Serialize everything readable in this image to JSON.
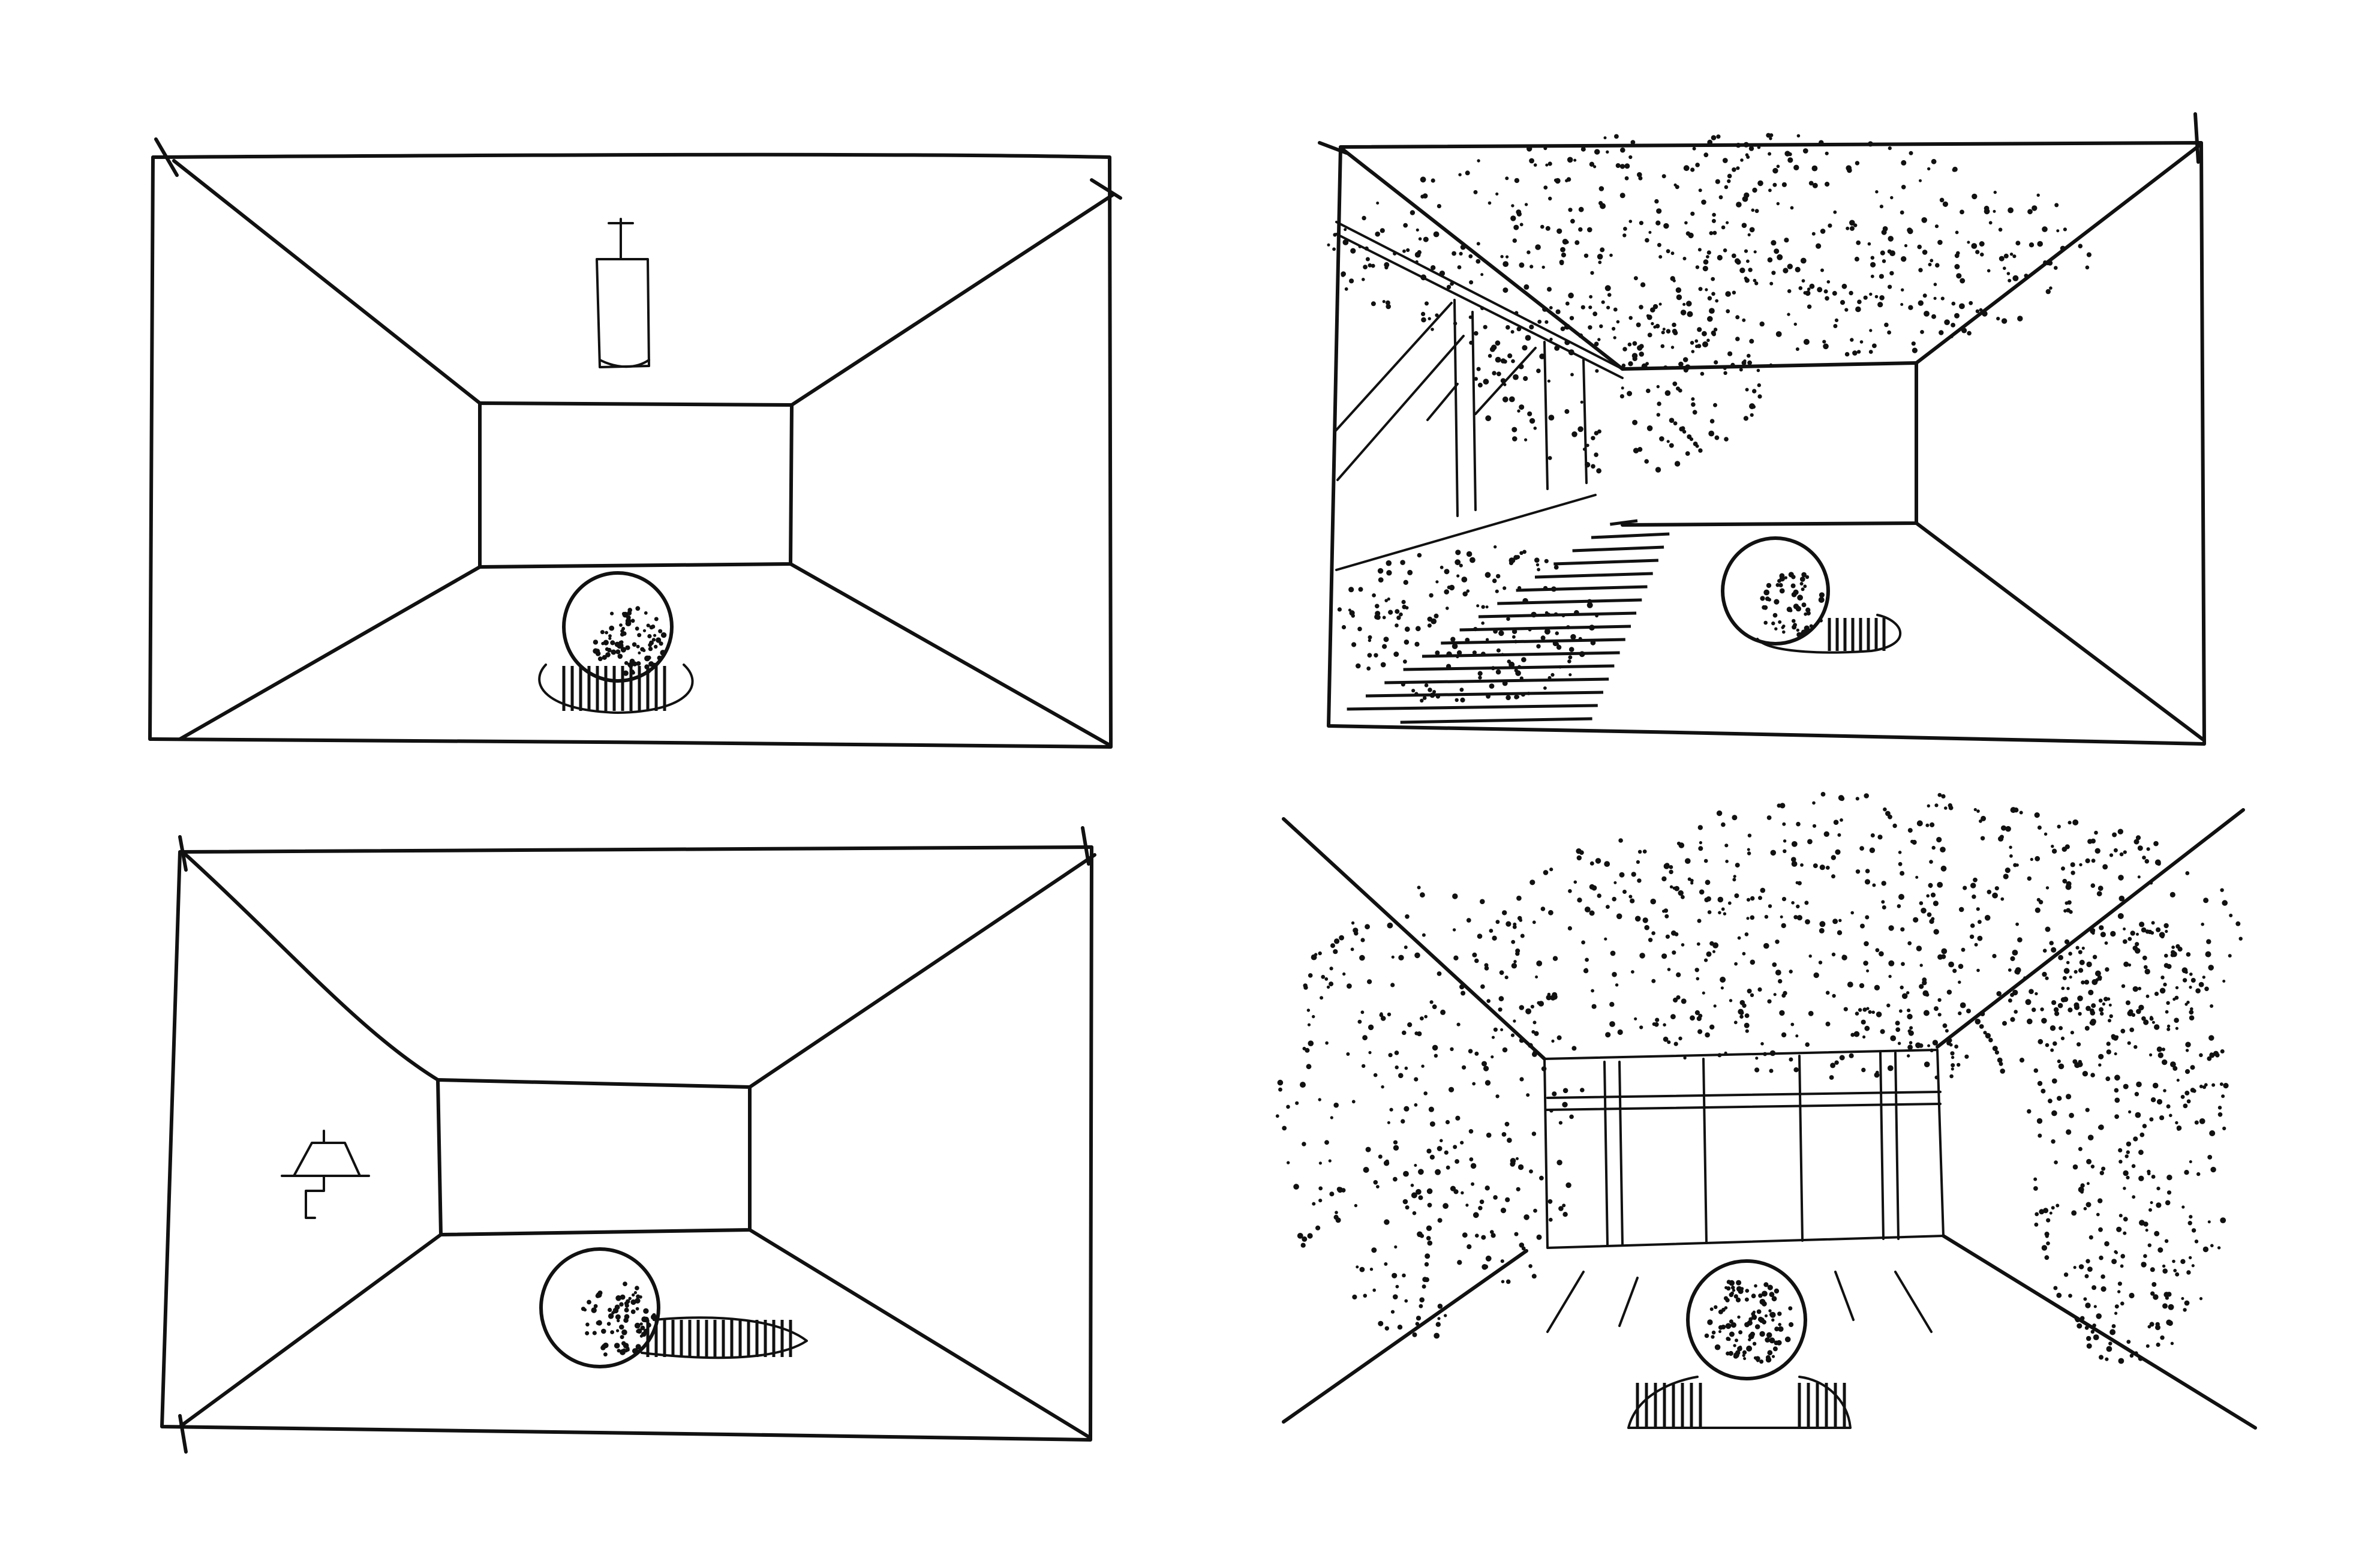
{
  "panels": [
    {
      "id": "pendant-light",
      "light_source": "pendant-lamp-icon"
    },
    {
      "id": "window-daylight",
      "light_source": "side-window-icon"
    },
    {
      "id": "wall-sconce",
      "light_source": "wall-sconce-icon"
    },
    {
      "id": "end-glazing",
      "light_source": "end-glazing-icon"
    }
  ],
  "colors": {
    "ink": "#111111",
    "paper": "#ffffff"
  }
}
